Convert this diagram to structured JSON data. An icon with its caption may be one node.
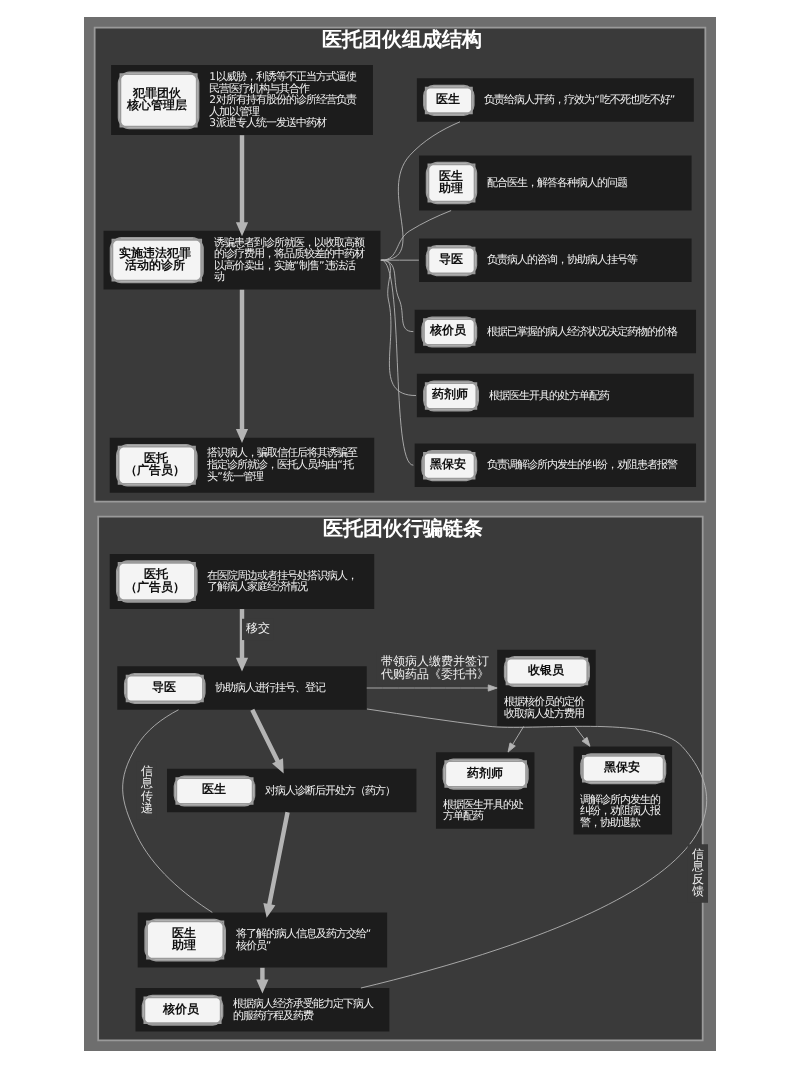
{
  "diagram": {
    "nodes": [
      {
        "text": [
          "医托团伙组成结构"
        ]
      },
      {
        "text": [
          "犯罪团伙核心管理层",
          "1以威胁，利诱等不正当方式逼使民营医疗机构与其合作",
          "2对所有持有股份的诊所经营负责人加以管理",
          "3派遣专人统一发送中药材"
        ],
        "in": 0
      },
      {
        "text": [
          "实施违法犯罪活动的诊所",
          "诱骗患者到诊所就医，以收取高额的诊疗费用，将品质较差的中药材以高价卖出，实施“制售”违法活动"
        ],
        "in": 0
      },
      {
        "text": [
          "医托（广告员）",
          "搭识病人，骗取信任后将其诱骗至指定诊所就诊，医托人员均由“托头”统一管理"
        ],
        "in": 0
      },
      {
        "text": [
          "医生",
          "负责给病人开药，疗效为“吃不死也吃不好”"
        ],
        "in": 0
      },
      {
        "text": [
          "医生助理",
          "配合医生，解答各种病人的问题"
        ],
        "in": 0
      },
      {
        "text": [
          "导医",
          "负责病人的咨询，协助病人挂号等"
        ],
        "in": 0
      },
      {
        "text": [
          "核价员",
          "根据已掌握的病人经济状况决定药物的价格"
        ],
        "in": 0
      },
      {
        "text": [
          "药剂师",
          "根据医生开具的处方单配药"
        ],
        "in": 0
      },
      {
        "text": [
          "黑保安",
          "负责调解诊所内发生的纠纷，劝阻患者报警"
        ],
        "in": 0
      },
      {
        "text": [
          "医托团伙行骗链条"
        ]
      },
      {
        "text": [
          "医托（广告员）",
          "在医院周边或者挂号处搭识病人，了解病人家庭经济情况"
        ],
        "in": 10
      },
      {
        "text": [
          "导医",
          "协助病人进行挂号、登记"
        ],
        "in": 10
      },
      {
        "text": [
          "医生",
          "对病人诊断后开处方（药方）"
        ],
        "in": 10
      },
      {
        "text": [
          "医生助理",
          "将了解的病人信息及药方交给“核价员”"
        ],
        "in": 10
      },
      {
        "text": [
          "核价员",
          "根据病人经济承受能力定下病人的服药疗程及药费"
        ],
        "in": 10
      },
      {
        "text": [
          "收银员",
          "根据核价员的定价收取病人处方费用"
        ],
        "in": 10
      },
      {
        "text": [
          "药剂师",
          "根据医生开具的处方单配药"
        ],
        "in": 10
      },
      {
        "text": [
          "黑保安",
          "调解诊所内发生的纠纷，劝阻病人报警，协助退款"
        ],
        "in": 10
      }
    ],
    "edges": [
      {
        "from": 1,
        "to": 2,
        "arrow": "to",
        "style": "thick"
      },
      {
        "from": 2,
        "to": 3,
        "arrow": "to",
        "style": "thick"
      },
      {
        "from": 2,
        "to": 4,
        "arrow": "none"
      },
      {
        "from": 2,
        "to": 5,
        "arrow": "none"
      },
      {
        "from": 2,
        "to": 6,
        "arrow": "none"
      },
      {
        "from": 2,
        "to": 7,
        "arrow": "none"
      },
      {
        "from": 2,
        "to": 8,
        "arrow": "none"
      },
      {
        "from": 2,
        "to": 9,
        "arrow": "none"
      },
      {
        "from": 11,
        "to": 12,
        "arrow": "to",
        "label": "移交",
        "style": "thick"
      },
      {
        "from": 12,
        "to": 13,
        "arrow": "to",
        "style": "thick"
      },
      {
        "from": 13,
        "to": 14,
        "arrow": "to",
        "style": "thick"
      },
      {
        "from": 14,
        "to": 15,
        "arrow": "to",
        "style": "thick"
      },
      {
        "from": 12,
        "to": 14,
        "arrow": "none",
        "label": "信息传递"
      },
      {
        "from": 15,
        "to": 12,
        "arrow": "none",
        "label": "信息反馈"
      },
      {
        "from": 12,
        "to": 16,
        "arrow": "to",
        "label": "带领病人缴费并签订代购药品《委托书》"
      },
      {
        "from": 16,
        "to": 17,
        "arrow": "to"
      },
      {
        "from": 16,
        "to": 18,
        "arrow": "to"
      }
    ]
  }
}
